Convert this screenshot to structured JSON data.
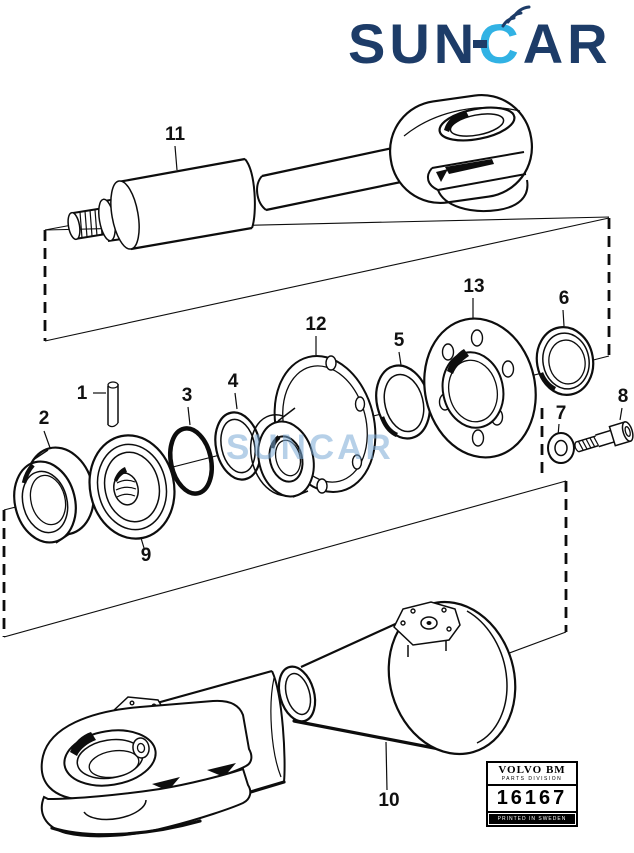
{
  "logo": {
    "sun": "SUN",
    "c": "C",
    "ar": "AR",
    "navy": "#1d3c68",
    "cyan": "#31b2e4"
  },
  "watermark": {
    "text": "SUNCAR",
    "color": "#7ab4de"
  },
  "plate": {
    "brand": "VOLVO BM",
    "division": "PARTS DIVISION",
    "number": "16167",
    "printed": "PRINTED IN SWEDEN"
  },
  "callouts": [
    {
      "label": "1"
    },
    {
      "label": "2"
    },
    {
      "label": "3"
    },
    {
      "label": "4"
    },
    {
      "label": "5"
    },
    {
      "label": "6"
    },
    {
      "label": "7"
    },
    {
      "label": "8"
    },
    {
      "label": "9"
    },
    {
      "label": "10"
    },
    {
      "label": "11"
    },
    {
      "label": "12"
    },
    {
      "label": "13"
    }
  ]
}
